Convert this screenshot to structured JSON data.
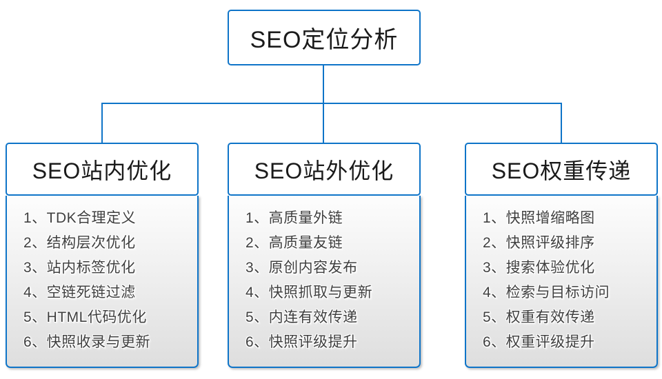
{
  "colors": {
    "accent": "#0e74c8",
    "item_text": "#3f3f3f"
  },
  "root": {
    "title": "SEO定位分析"
  },
  "branches": [
    {
      "title": "SEO站内优化",
      "items": [
        "1、TDK合理定义",
        "2、结构层次优化",
        "3、站内标签优化",
        "4、空链死链过滤",
        "5、HTML代码优化",
        "6、快照收录与更新"
      ]
    },
    {
      "title": "SEO站外优化",
      "items": [
        "1、高质量外链",
        "2、高质量友链",
        "3、原创内容发布",
        "4、快照抓取与更新",
        "5、内连有效传递",
        "6、快照评级提升"
      ]
    },
    {
      "title": "SEO权重传递",
      "items": [
        "1、快照增缩略图",
        "2、快照评级排序",
        "3、搜索体验优化",
        "4、检索与目标访问",
        "5、权重有效传递",
        "6、权重评级提升"
      ]
    }
  ]
}
